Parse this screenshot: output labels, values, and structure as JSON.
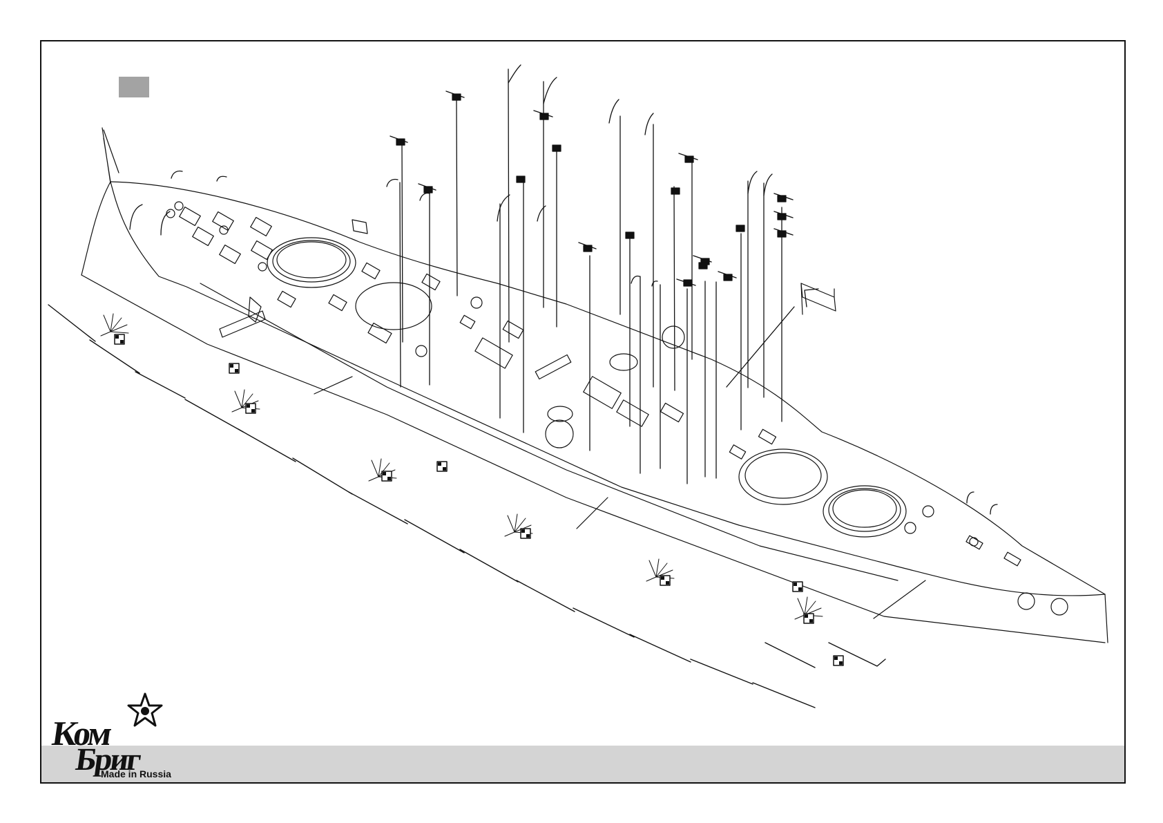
{
  "brand": {
    "line1": "Ком",
    "line2": "Бриг",
    "tagline": "Made in Russia",
    "star_glyph": "★"
  },
  "colors": {
    "line": "#111111",
    "footer_band": "#d4d4d4",
    "step_marker": "#a3a3a3"
  },
  "icons": {
    "part_badge": "photo-etch-part-badge-icon",
    "fan_parts": "radiating-fan-parts-icon"
  }
}
